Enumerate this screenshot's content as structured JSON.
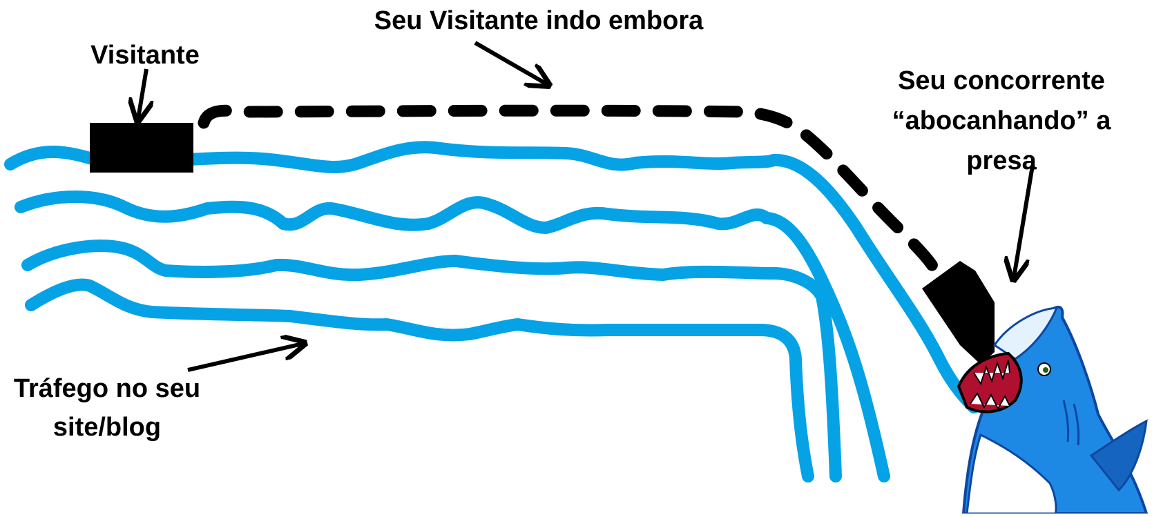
{
  "labels": {
    "visitor": "Visitante",
    "leaving": "Seu Visitante indo embora",
    "competitor": [
      "Seu concorrente",
      "“abocanhando” a",
      "presa"
    ],
    "traffic": [
      "Tráfego no seu",
      "site/blog"
    ]
  },
  "colors": {
    "stream": "#05a2e6",
    "visitor_block": "#000000",
    "dash_path": "#000000",
    "arrow": "#000000",
    "shark_body": "#1e88e5",
    "shark_belly": "#ffffff",
    "shark_mouth": "#b01030"
  },
  "icons": {
    "visitor": "black-block-icon",
    "competitor": "shark-icon"
  }
}
